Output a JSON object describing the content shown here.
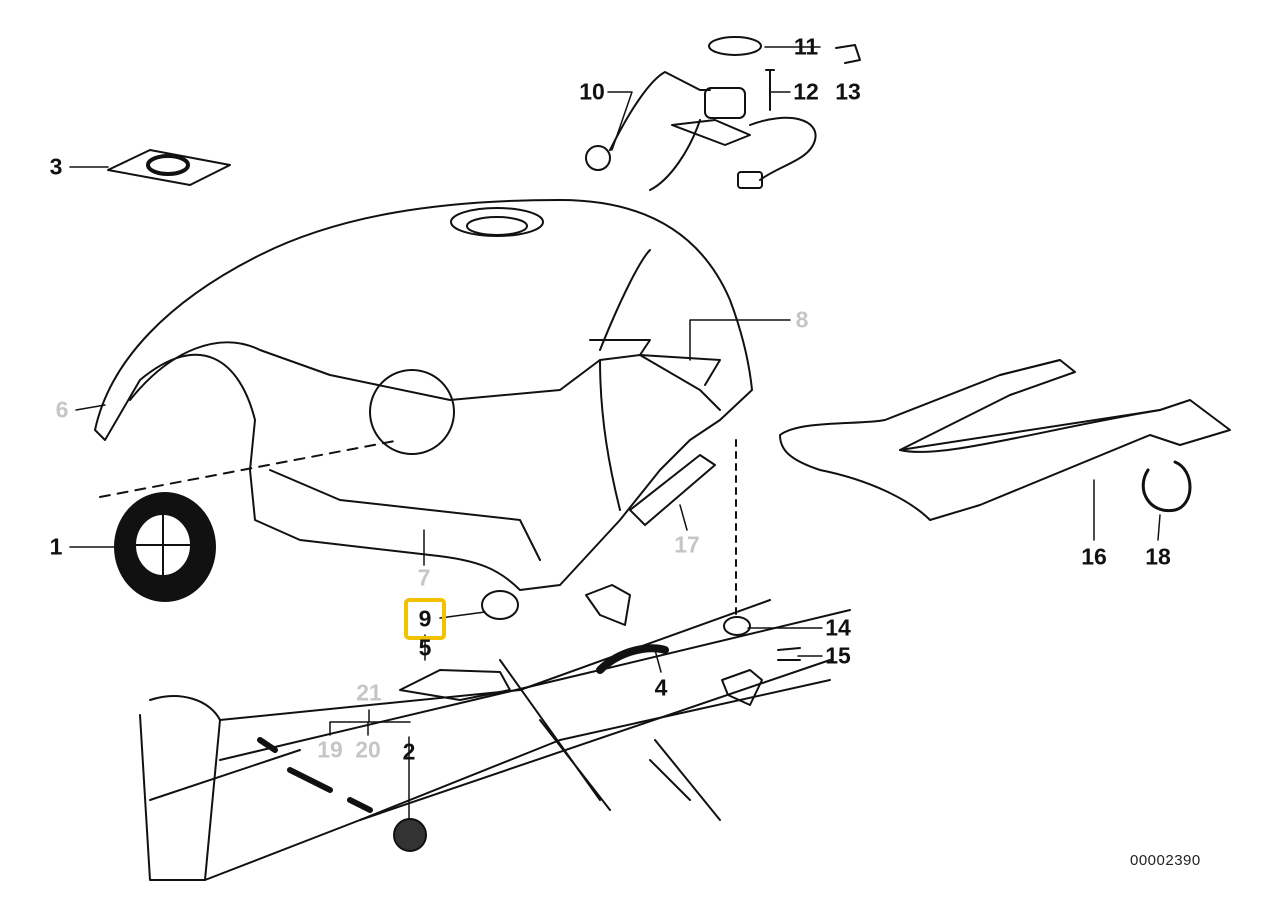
{
  "diagram": {
    "callouts": {
      "c1": "1",
      "c2": "2",
      "c3": "3",
      "c4": "4",
      "c5": "5",
      "c6": "6",
      "c7": "7",
      "c8": "8",
      "c9": "9",
      "c10": "10",
      "c11": "11",
      "c12": "12",
      "c13": "13",
      "c14": "14",
      "c15": "15",
      "c16": "16",
      "c17": "17",
      "c18": "18",
      "c19": "19",
      "c20": "20",
      "c21": "21"
    },
    "selected_callout": "9",
    "highlight_color": "#f2c200",
    "dimmed_color": "#c6c6c6",
    "catalog_number": "00002390"
  }
}
